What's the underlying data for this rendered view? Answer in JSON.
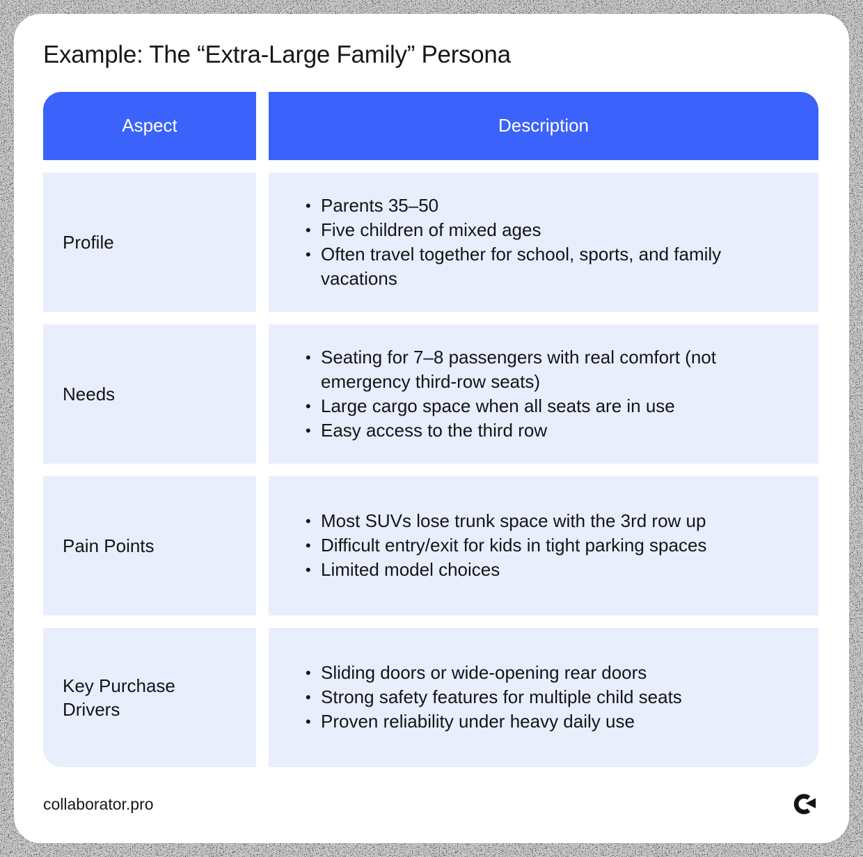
{
  "title": "Example: The “Extra-Large Family” Persona",
  "table": {
    "headers": [
      "Aspect",
      "Description"
    ],
    "rows": [
      {
        "aspect": "Profile",
        "bullets": [
          "Parents 35–50",
          "Five children of mixed ages",
          "Often travel together for school, sports, and family vacations"
        ]
      },
      {
        "aspect": "Needs",
        "bullets": [
          "Seating for 7–8 passengers with real comfort (not emergency third-row seats)",
          "Large cargo space when all seats are in use",
          "Easy access to the third row"
        ]
      },
      {
        "aspect": "Pain Points",
        "bullets": [
          "Most SUVs lose trunk space with the 3rd row up",
          "Difficult entry/exit for kids in tight parking spaces",
          "Limited model choices"
        ]
      },
      {
        "aspect": "Key Purchase Drivers",
        "bullets": [
          "Sliding doors or wide-opening rear doors",
          "Strong safety features for multiple child seats",
          "Proven reliability under heavy daily use"
        ]
      }
    ]
  },
  "footer": {
    "site": "collaborator.pro",
    "logo": "collaborator-logo-icon"
  },
  "colors": {
    "accent": "#3B62FA",
    "cell_bg": "#E9EEFC",
    "text": "#141418",
    "header_text": "#FFFFFF",
    "frame": "#050505"
  }
}
